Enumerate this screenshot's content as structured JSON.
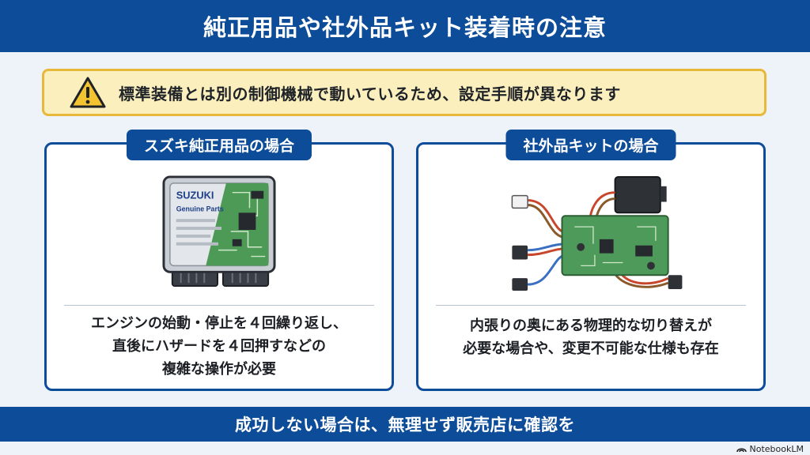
{
  "title": "純正用品や社外品キット装着時の注意",
  "warning": {
    "icon": "warning-triangle-icon",
    "text": "標準装備とは別の制御機械で動いているため、設定手順が異なります"
  },
  "cards": [
    {
      "label": "スズキ純正用品の場合",
      "illustration": "ecu-module-icon",
      "module_brand": "SUZUKI",
      "module_sub": "Genuine Parts",
      "lines": [
        "エンジンの始動・停止を４回繰り返し、",
        "直後にハザードを４回押すなどの",
        "複雑な操作が必要"
      ]
    },
    {
      "label": "社外品キットの場合",
      "illustration": "circuit-board-kit-icon",
      "lines": [
        "内張りの奥にある物理的な切り替えが",
        "必要な場合や、変更不可能な仕様も存在"
      ]
    }
  ],
  "footer": "成功しない場合は、無理せず販売店に確認を",
  "brand": "NotebookLM",
  "colors": {
    "primary": "#0c4c98",
    "warning_bg": "#fbefbe",
    "warning_border": "#e8b83a",
    "background": "#eef3f9"
  }
}
